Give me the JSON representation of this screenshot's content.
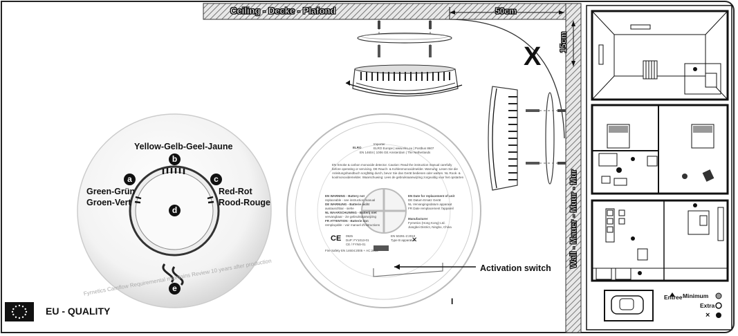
{
  "colors": {
    "accent": "#111111",
    "hatch": "#777777"
  },
  "headers": {
    "ceiling": "Ceiling - Decke - Plafond",
    "wall": "Wall - Mauer - Muur - Mur",
    "distance_top": "50cm",
    "distance_side": "15cm",
    "no_mark": "X"
  },
  "detector": {
    "top_label": "Yellow-Gelb-Geel-Jaune",
    "left_label_1": "Green-Grün",
    "left_label_2": "Groen-Vert",
    "right_label_1": "Red-Rot",
    "right_label_2": "Rood-Rouge",
    "markers": [
      "a",
      "b",
      "c",
      "d",
      "e"
    ],
    "embossed_text": "Fyrnetics Camflow Requiremental maintains Review 10 years after production"
  },
  "back_label": {
    "activation_switch": "Activation switch",
    "mark": "I",
    "lines": [
      "Importer",
      "EN 14604 & EN 50291-2",
      "EN WARNING - Battery not replaceable",
      "DE WARNUNG - Batterie nicht austauschbar",
      "NL WAARSCHUWING - Batterij niet vervangbaar",
      "FR ATTENTION - Batterie non remplaçable",
      "Manufacturer",
      "CE",
      "Fire Safety"
    ]
  },
  "legend": {
    "entrance": "Entree",
    "minimum": "Minimum",
    "extra": "Extra",
    "cross": "×"
  },
  "footer": {
    "quality": "EU - QUALITY"
  }
}
